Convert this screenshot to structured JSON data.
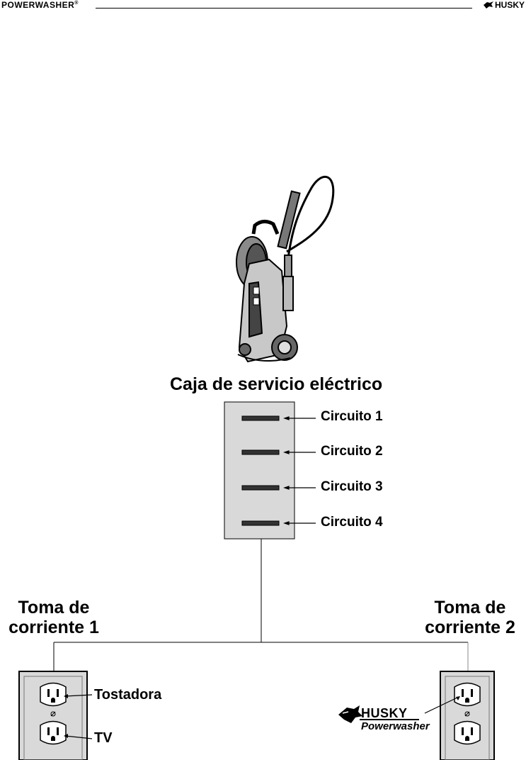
{
  "header": {
    "brand": "POWERWASHER",
    "brand_mark": "®",
    "logo_text": "HUSKY"
  },
  "diagram": {
    "panel_title": "Caja de servicio eléctrico",
    "circuits": [
      "Circuito 1",
      "Circuito 2",
      "Circuito 3",
      "Circuito 4"
    ],
    "outlet_left": {
      "line1": "Toma de",
      "line2": "corriente 1"
    },
    "outlet_right": {
      "line1": "Toma de",
      "line2": "corriente 2"
    },
    "devices": {
      "toaster": "Tostadora",
      "tv": "TV"
    },
    "washer_logo": {
      "brand": "HUSKY",
      "sub": "Powerwasher"
    }
  }
}
